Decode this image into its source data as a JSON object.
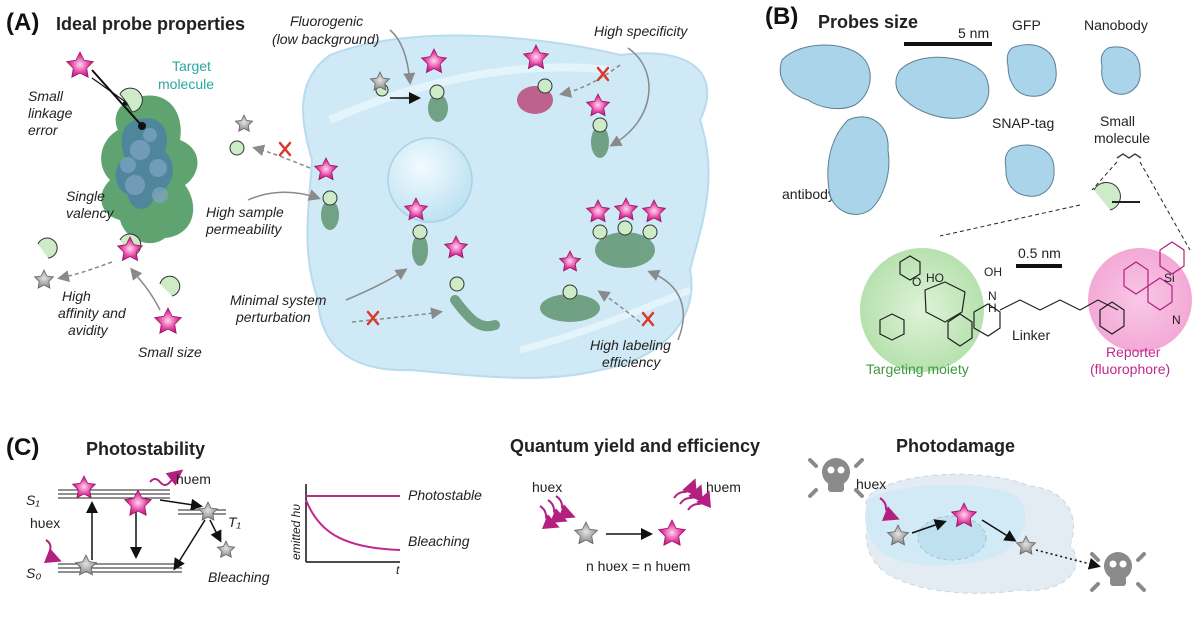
{
  "panel_a": {
    "label": "(A)",
    "title": "Ideal probe properties",
    "target_molecule": [
      "Target",
      "molecule"
    ],
    "small_linkage_error": [
      "Small",
      "linkage",
      "error"
    ],
    "single_valency": [
      "Single",
      "valency"
    ],
    "high_affinity": [
      "High",
      "affinity and",
      "avidity"
    ],
    "small_size": "Small size",
    "fluorogenic": [
      "Fluorogenic",
      "(low background)"
    ],
    "high_specificity": "High specificity",
    "high_sample_permeability": [
      "High sample",
      "permeability"
    ],
    "minimal_system_perturbation": [
      "Minimal system",
      "perturbation"
    ],
    "high_labeling_efficiency": [
      "High labeling",
      "efficiency"
    ]
  },
  "panel_b": {
    "label": "(B)",
    "title": "Probes size",
    "scale_5nm": "5 nm",
    "gfp": "GFP",
    "nanobody": "Nanobody",
    "snap_tag": "SNAP-tag",
    "small_molecule": [
      "Small",
      "molecule"
    ],
    "antibody": "antibody",
    "scale_05nm": "0.5 nm",
    "linker": "Linker",
    "targeting_moiety": "Targeting moiety",
    "reporter": [
      "Reporter",
      "(fluorophore)"
    ],
    "chem_labels": [
      "O",
      "HO",
      "OH",
      "N",
      "H",
      "Si",
      "N"
    ]
  },
  "panel_c": {
    "label": "(C)",
    "photostability_title": "Photostability",
    "s1": "S₁",
    "s0": "S₀",
    "t1": "T₁",
    "hv_em": "hυem",
    "hv_ex": "hυex",
    "bleaching_state": "Bleaching",
    "axis_y": "emitted hυ",
    "axis_x": "t",
    "photostable": "Photostable",
    "bleaching_curve": "Bleaching",
    "qy_title": "Quantum yield and efficiency",
    "qy_hv_ex": "hυex",
    "qy_hv_em": "hυem",
    "equation": "n hυex = n hυem",
    "photodamage_title": "Photodamage",
    "pd_hv_ex": "hυex"
  },
  "colors": {
    "star_magenta": "#d1278f",
    "binder_green": "#cdebc7",
    "cell_blue": "#cfe9f6",
    "protein_blue": "#a9d4ea",
    "grey_star": "#8c8c8c",
    "red_x": "#d9382a",
    "teal_text": "#2aa7a0",
    "reporter_pink": "#c0288e",
    "targeting_green": "#3e9a3c"
  }
}
